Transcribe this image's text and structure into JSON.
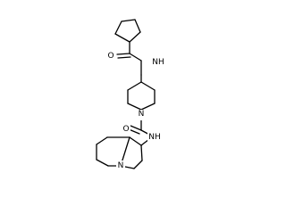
{
  "molecule": {
    "atoms": {
      "O": "O",
      "NH_top": "NH",
      "N_pip": "N",
      "O2": "O",
      "NH_bottom": "NH",
      "N_ind": "N"
    },
    "colors": {
      "bond": "#000000",
      "label": "#000000",
      "background": "#ffffff"
    }
  }
}
